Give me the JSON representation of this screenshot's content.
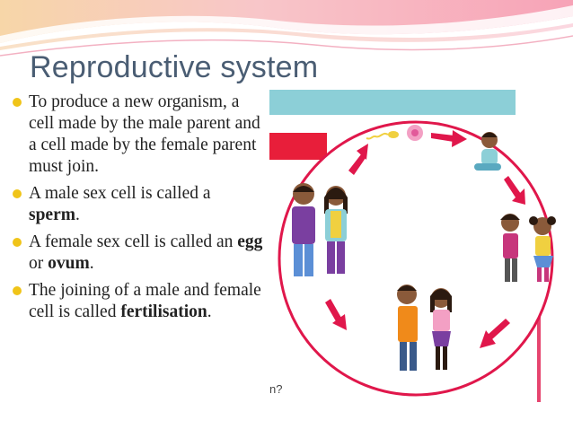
{
  "slide": {
    "title": "Reproductive system",
    "bullets": [
      {
        "pre": "To produce a new organism, a cell made by the male parent and a cell made by the female parent must join.",
        "bold": "",
        "post": ""
      },
      {
        "pre": "A male sex cell is called a ",
        "bold": "sperm",
        "post": "."
      },
      {
        "pre": "A female sex cell is called an ",
        "bold": "egg",
        "post": " or ",
        "bold2": "ovum",
        "post2": "."
      },
      {
        "pre": "The joining of a male and female cell is called ",
        "bold": "fertilisation",
        "post": "."
      }
    ],
    "figure_partial_text": "n?"
  },
  "colors": {
    "title": "#4a5d73",
    "bullet": "#f0c419",
    "arrow": "#e0174b",
    "circle": "#e0174b",
    "teal_bar": "#8ccfd7",
    "red_bar": "#e81e3a"
  }
}
